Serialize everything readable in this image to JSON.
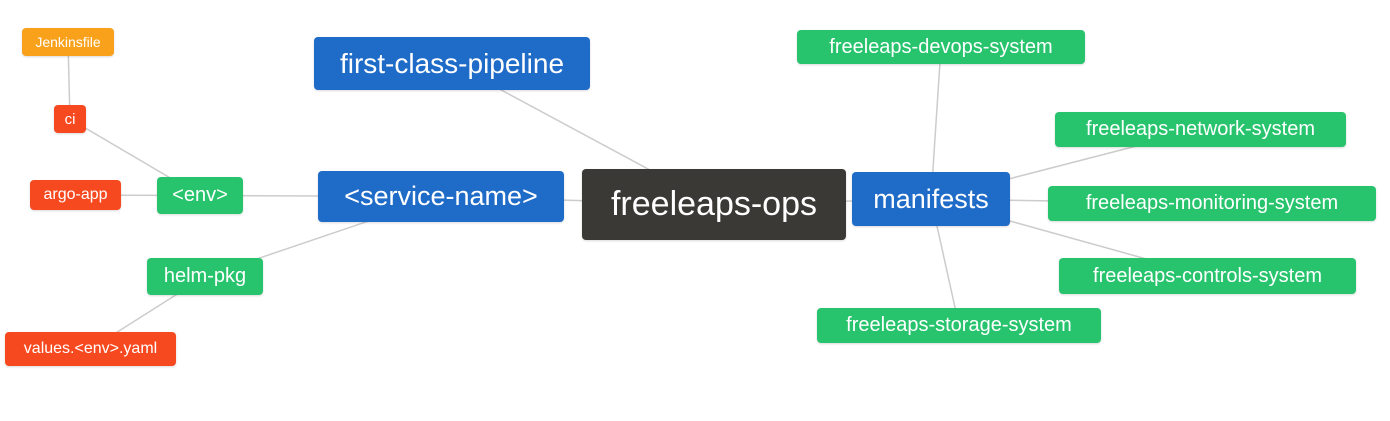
{
  "diagram": {
    "type": "mindmap",
    "root": "freeleaps-ops",
    "edge_color": "#cccccc",
    "colors": {
      "blue": "#1E6BC8",
      "dark": "#3B3936",
      "green": "#27C46D",
      "red": "#F6491F",
      "orange": "#F9A11B"
    },
    "nodes": {
      "jenkinsfile": {
        "label": "Jenkinsfile"
      },
      "ci": {
        "label": "ci"
      },
      "argo_app": {
        "label": "argo-app"
      },
      "env": {
        "label": "<env>"
      },
      "first_class_pipeline": {
        "label": "first-class-pipeline"
      },
      "service_name": {
        "label": "<service-name>"
      },
      "freeleaps_ops": {
        "label": "freeleaps-ops"
      },
      "manifests": {
        "label": "manifests"
      },
      "helm_pkg": {
        "label": "helm-pkg"
      },
      "values_env_yaml": {
        "label": "values.<env>.yaml"
      },
      "devops_system": {
        "label": "freeleaps-devops-system"
      },
      "network_system": {
        "label": "freeleaps-network-system"
      },
      "monitoring_system": {
        "label": "freeleaps-monitoring-system"
      },
      "controls_system": {
        "label": "freeleaps-controls-system"
      },
      "storage_system": {
        "label": "freeleaps-storage-system"
      }
    },
    "edges": [
      [
        "jenkinsfile",
        "ci"
      ],
      [
        "ci",
        "env"
      ],
      [
        "argo_app",
        "env"
      ],
      [
        "env",
        "service_name"
      ],
      [
        "helm_pkg",
        "service_name"
      ],
      [
        "values_env_yaml",
        "helm_pkg"
      ],
      [
        "first_class_pipeline",
        "freeleaps_ops"
      ],
      [
        "service_name",
        "freeleaps_ops"
      ],
      [
        "freeleaps_ops",
        "manifests"
      ],
      [
        "manifests",
        "devops_system"
      ],
      [
        "manifests",
        "network_system"
      ],
      [
        "manifests",
        "monitoring_system"
      ],
      [
        "manifests",
        "controls_system"
      ],
      [
        "manifests",
        "storage_system"
      ]
    ]
  }
}
